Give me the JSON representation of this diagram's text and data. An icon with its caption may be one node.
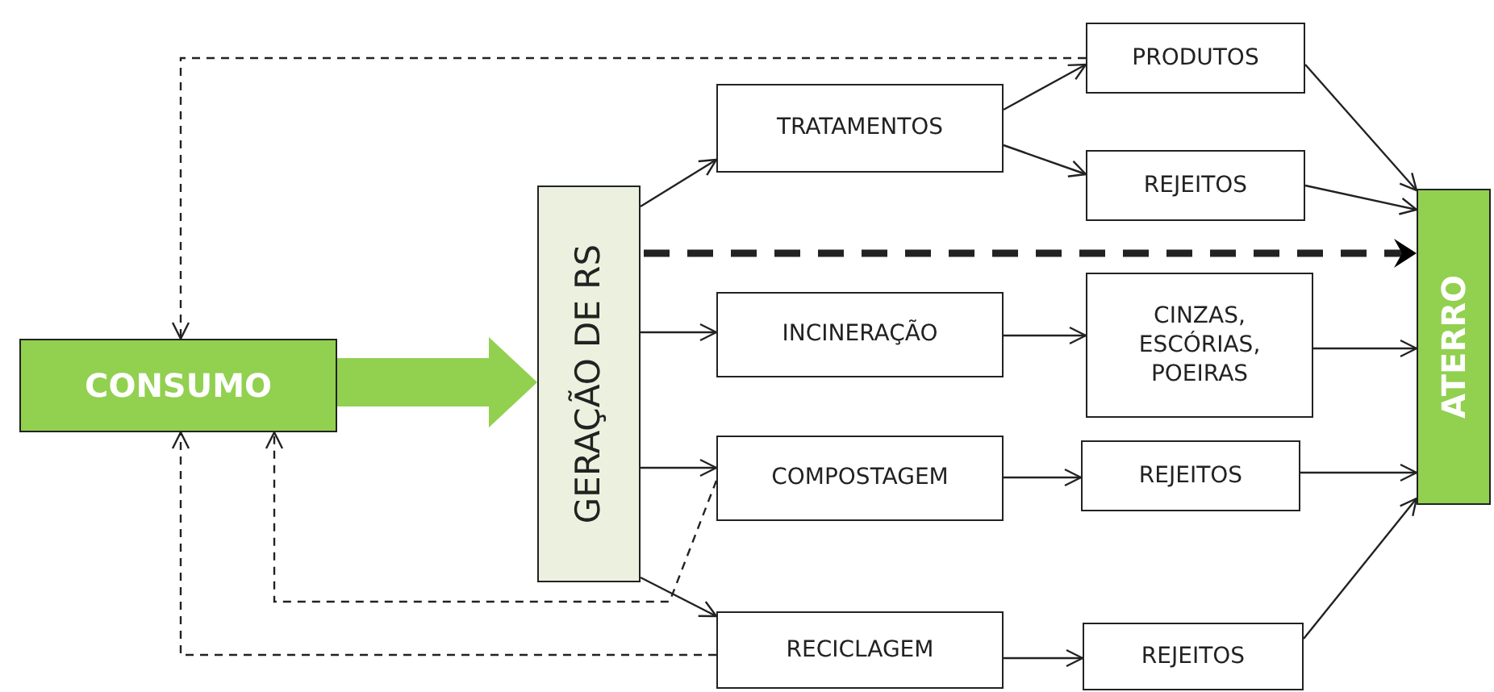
{
  "diagram": {
    "nodes": [
      {
        "text": [
          "CONSUMO"
        ]
      },
      {
        "text": [
          "GERAÇÃO DE RS"
        ]
      },
      {
        "text": [
          "TRATAMENTOS"
        ]
      },
      {
        "text": [
          "PRODUTOS"
        ]
      },
      {
        "text": [
          "REJEITOS"
        ]
      },
      {
        "text": [
          "INCINERAÇÃO"
        ]
      },
      {
        "text": [
          "CINZAS, ESCÓRIAS, POEIRAS"
        ]
      },
      {
        "text": [
          "COMPOSTAGEM"
        ]
      },
      {
        "text": [
          "REJEITOS"
        ]
      },
      {
        "text": [
          "RECICLAGEM"
        ]
      },
      {
        "text": [
          "REJEITOS"
        ]
      },
      {
        "text": [
          "ATERRO"
        ]
      }
    ],
    "edges": [
      {
        "from": 0,
        "to": 1,
        "arrow": "to",
        "style": "thick",
        "color": "#92d050"
      },
      {
        "from": 1,
        "to": 2,
        "arrow": "to"
      },
      {
        "from": 1,
        "to": 11,
        "arrow": "to",
        "style": "dashed"
      },
      {
        "from": 1,
        "to": 5,
        "arrow": "to"
      },
      {
        "from": 1,
        "to": 7,
        "arrow": "to"
      },
      {
        "from": 1,
        "to": 9,
        "arrow": "to"
      },
      {
        "from": 2,
        "to": 3,
        "arrow": "to"
      },
      {
        "from": 2,
        "to": 4,
        "arrow": "to"
      },
      {
        "from": 3,
        "to": 11,
        "arrow": "to"
      },
      {
        "from": 4,
        "to": 11,
        "arrow": "to"
      },
      {
        "from": 6,
        "to": 11,
        "arrow": "to"
      },
      {
        "from": 8,
        "to": 11,
        "arrow": "to"
      },
      {
        "from": 10,
        "to": 11,
        "arrow": "to"
      },
      {
        "from": 5,
        "to": 6,
        "arrow": "to"
      },
      {
        "from": 7,
        "to": 8,
        "arrow": "to"
      },
      {
        "from": 9,
        "to": 10,
        "arrow": "to"
      },
      {
        "from": 3,
        "to": 0,
        "arrow": "to",
        "style": "dashed"
      },
      {
        "from": 7,
        "to": 0,
        "arrow": "to",
        "style": "dashed"
      },
      {
        "from": 9,
        "to": 0,
        "arrow": "to",
        "style": "dashed"
      }
    ]
  }
}
